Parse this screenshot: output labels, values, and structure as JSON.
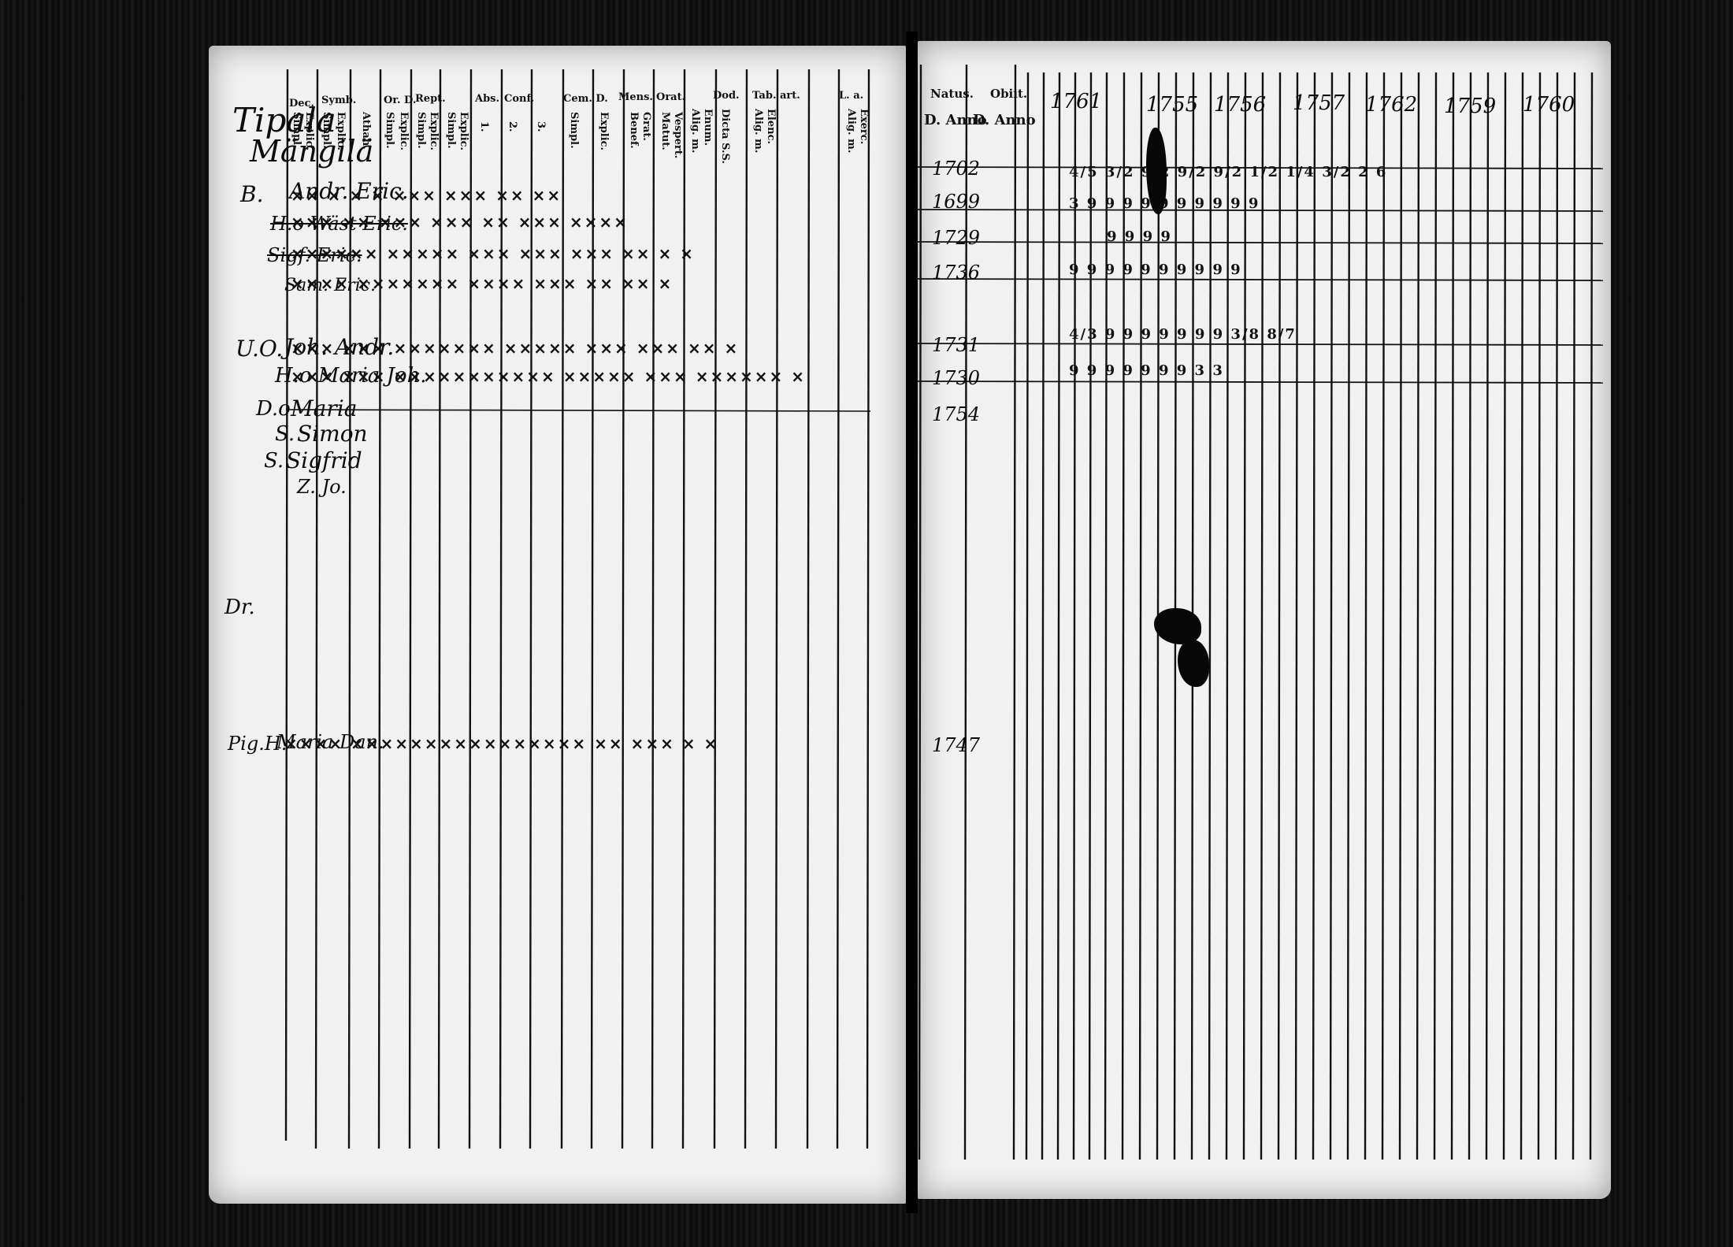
{
  "left_page": {
    "title_line1": "Tipala",
    "title_line2": "Mängilä",
    "top_headers": [
      "Dec.",
      "Symb.",
      "Or. D.",
      "Rept.",
      "Abs.",
      "Conf.",
      "Cem. D.",
      "Mens.",
      "Orat.",
      "Dod.",
      "Tab. art.",
      "L. a."
    ],
    "column_headers": [
      "Simpl.",
      "Explic.",
      "Simpl.",
      "Explic.",
      "Athan.",
      "Simpl.",
      "Explic.",
      "Simpl.",
      "Explic.",
      "Simpl.",
      "Explic.",
      "1.",
      "2.",
      "3.",
      "Simpl.",
      "Explic.",
      "Benef.",
      "Grat.",
      "Matut.",
      "Vespert.",
      "Alig. m.",
      "Enum.",
      "Dicta S.S.",
      "Alig. m.",
      "Elenc.",
      "Alig. m.",
      "Exerc."
    ],
    "entries": [
      {
        "prefix": "B.",
        "name": "Andr. Eric."
      },
      {
        "prefix": "",
        "name": "H.o Wäst Eric."
      },
      {
        "prefix": "",
        "name": "Sigf. Eric."
      },
      {
        "prefix": "",
        "name": "Sam. Eric."
      },
      {
        "prefix": "U.O.",
        "name": "Joh. Andr."
      },
      {
        "prefix": "",
        "name": "H.o Maria Joh."
      },
      {
        "prefix": "D.o",
        "name": "Maria"
      },
      {
        "prefix": "S.",
        "name": "Simon"
      },
      {
        "prefix": "S.",
        "name": "Sigfrid"
      },
      {
        "prefix": "",
        "name": "Z. Jo."
      },
      {
        "prefix": "Dr.",
        "name": ""
      },
      {
        "prefix": "Pig.H.",
        "name": "Maria Dan."
      }
    ]
  },
  "right_page": {
    "header_natus": "Natus.",
    "header_d_anno": "D. Anno",
    "header_obiit": "Obiit.",
    "header_d_anno2": "D. Anno",
    "year_headers": [
      "1761",
      "1755",
      "1756",
      "1757",
      "1762",
      "1759",
      "1760"
    ],
    "birth_years": [
      "1702",
      "1699",
      "1729",
      "1736",
      "1731",
      "1730",
      "1754",
      "1747"
    ]
  }
}
